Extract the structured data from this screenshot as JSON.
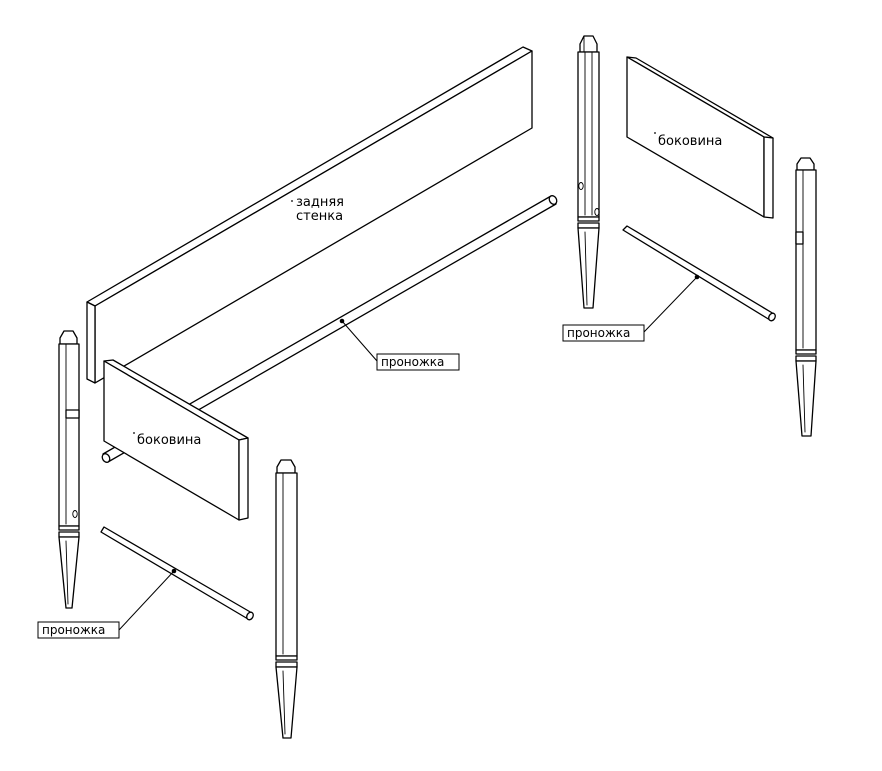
{
  "labels": {
    "back_wall_line1": "задняя",
    "back_wall_line2": "стенка",
    "side_panel_right": "боковина",
    "side_panel_left": "боковина",
    "crossbar_long": "проножка",
    "crossbar_right": "проножка",
    "crossbar_left": "проножка"
  },
  "colors": {
    "line": "#000000",
    "background": "#ffffff"
  }
}
